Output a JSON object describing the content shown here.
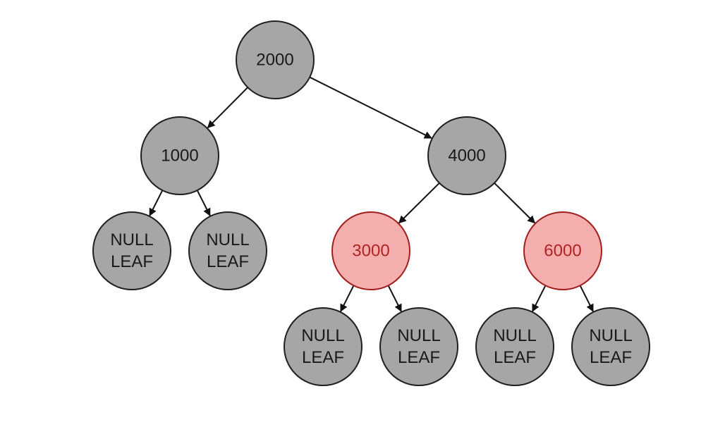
{
  "colors": {
    "black_fill": "#a6a6a6",
    "black_stroke": "#1f1f1f",
    "black_text": "#1a1a1a",
    "red_fill": "#f4aeae",
    "red_stroke": "#a01f1f",
    "red_text": "#b02424",
    "edge": "#111111"
  },
  "tree": {
    "nodes": [
      {
        "id": "n2000",
        "lines": [
          "2000"
        ],
        "color": "black"
      },
      {
        "id": "n1000",
        "lines": [
          "1000"
        ],
        "color": "black"
      },
      {
        "id": "n4000",
        "lines": [
          "4000"
        ],
        "color": "black"
      },
      {
        "id": "n1000-left-null",
        "lines": [
          "NULL",
          "LEAF"
        ],
        "color": "black"
      },
      {
        "id": "n1000-right-null",
        "lines": [
          "NULL",
          "LEAF"
        ],
        "color": "black"
      },
      {
        "id": "n3000",
        "lines": [
          "3000"
        ],
        "color": "red"
      },
      {
        "id": "n6000",
        "lines": [
          "6000"
        ],
        "color": "red"
      },
      {
        "id": "n3000-left-null",
        "lines": [
          "NULL",
          "LEAF"
        ],
        "color": "black"
      },
      {
        "id": "n3000-right-null",
        "lines": [
          "NULL",
          "LEAF"
        ],
        "color": "black"
      },
      {
        "id": "n6000-left-null",
        "lines": [
          "NULL",
          "LEAF"
        ],
        "color": "black"
      },
      {
        "id": "n6000-right-null",
        "lines": [
          "NULL",
          "LEAF"
        ],
        "color": "black"
      }
    ],
    "edges": [
      {
        "from": "n2000",
        "to": "n1000"
      },
      {
        "from": "n2000",
        "to": "n4000"
      },
      {
        "from": "n1000",
        "to": "n1000-left-null"
      },
      {
        "from": "n1000",
        "to": "n1000-right-null"
      },
      {
        "from": "n4000",
        "to": "n3000"
      },
      {
        "from": "n4000",
        "to": "n6000"
      },
      {
        "from": "n3000",
        "to": "n3000-left-null"
      },
      {
        "from": "n3000",
        "to": "n3000-right-null"
      },
      {
        "from": "n6000",
        "to": "n6000-left-null"
      },
      {
        "from": "n6000",
        "to": "n6000-right-null"
      }
    ]
  }
}
